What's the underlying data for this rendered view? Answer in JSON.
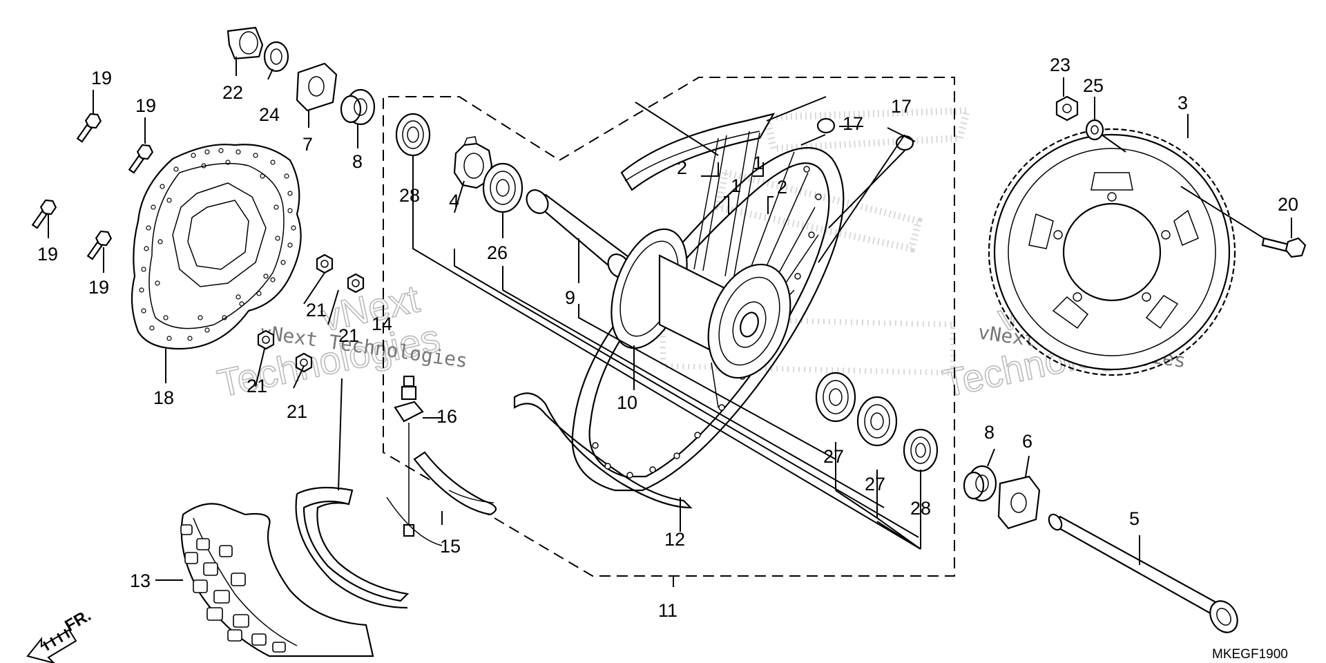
{
  "diagram": {
    "code": "MKEGF1900",
    "direction_label": "FR.",
    "watermarks": [
      {
        "line1": "vNext",
        "line2": "Technologies",
        "small": "vNext Technologies"
      },
      {
        "line1": "vNext",
        "line2": "Technologies",
        "small": "vNext Technologies"
      }
    ],
    "callouts": [
      {
        "id": "c-1a",
        "text": "1"
      },
      {
        "id": "c-1b",
        "text": "1"
      },
      {
        "id": "c-2a",
        "text": "2"
      },
      {
        "id": "c-2b",
        "text": "2"
      },
      {
        "id": "c-3",
        "text": "3"
      },
      {
        "id": "c-4",
        "text": "4"
      },
      {
        "id": "c-5",
        "text": "5"
      },
      {
        "id": "c-6",
        "text": "6"
      },
      {
        "id": "c-7",
        "text": "7"
      },
      {
        "id": "c-8a",
        "text": "8"
      },
      {
        "id": "c-8b",
        "text": "8"
      },
      {
        "id": "c-9",
        "text": "9"
      },
      {
        "id": "c-10",
        "text": "10"
      },
      {
        "id": "c-11",
        "text": "11"
      },
      {
        "id": "c-12",
        "text": "12"
      },
      {
        "id": "c-13",
        "text": "13"
      },
      {
        "id": "c-14",
        "text": "14"
      },
      {
        "id": "c-15",
        "text": "15"
      },
      {
        "id": "c-16",
        "text": "16"
      },
      {
        "id": "c-17a",
        "text": "17"
      },
      {
        "id": "c-17b",
        "text": "17"
      },
      {
        "id": "c-18",
        "text": "18"
      },
      {
        "id": "c-19a",
        "text": "19"
      },
      {
        "id": "c-19b",
        "text": "19"
      },
      {
        "id": "c-19c",
        "text": "19"
      },
      {
        "id": "c-19d",
        "text": "19"
      },
      {
        "id": "c-20",
        "text": "20"
      },
      {
        "id": "c-21a",
        "text": "21"
      },
      {
        "id": "c-21b",
        "text": "21"
      },
      {
        "id": "c-21c",
        "text": "21"
      },
      {
        "id": "c-21d",
        "text": "21"
      },
      {
        "id": "c-22",
        "text": "22"
      },
      {
        "id": "c-23",
        "text": "23"
      },
      {
        "id": "c-24",
        "text": "24"
      },
      {
        "id": "c-25",
        "text": "25"
      },
      {
        "id": "c-26",
        "text": "26"
      },
      {
        "id": "c-27a",
        "text": "27"
      },
      {
        "id": "c-27b",
        "text": "27"
      },
      {
        "id": "c-28a",
        "text": "28"
      },
      {
        "id": "c-28b",
        "text": "28"
      }
    ]
  }
}
